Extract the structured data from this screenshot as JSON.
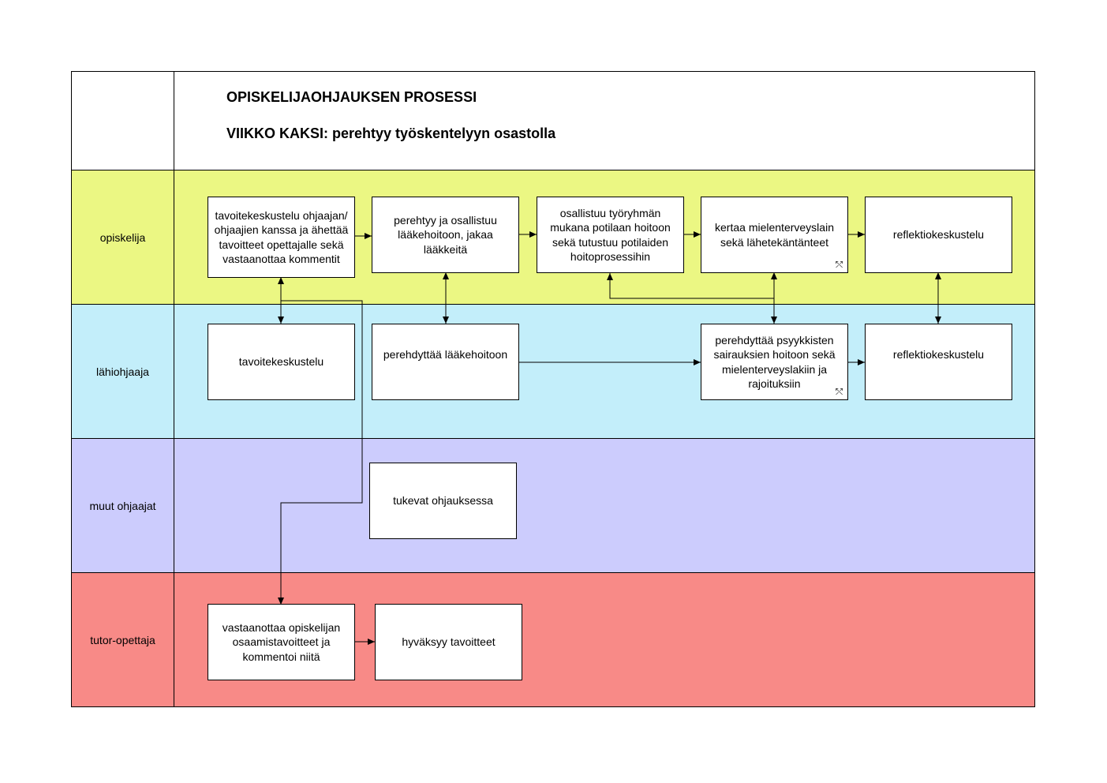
{
  "header": {
    "title": "OPISKELIJAOHJAUKSEN PROSESSI",
    "subtitle": "VIIKKO KAKSI: perehtyy työskentelyyn osastolla"
  },
  "lanes": [
    {
      "label": "opiskelija",
      "color": "#ebf783"
    },
    {
      "label": "lähiohjaaja",
      "color": "#c3eefa"
    },
    {
      "label": "muut ohjaajat",
      "color": "#ccccfd"
    },
    {
      "label": "tutor-opettaja",
      "color": "#f88a87"
    }
  ],
  "boxes": {
    "o1": "tavoitekeskustelu ohjaajan/ ohjaajien kanssa ja ähettää tavoitteet opettajalle sekä vastaanottaa kommentit",
    "o2": "perehtyy ja osallistuu lääkehoitoon, jakaa lääkkeitä",
    "o3": "osallistuu työryhmän mukana potilaan hoitoon sekä tutustuu potilaiden hoitoprosessihin",
    "o4": "kertaa mielenterveyslain sekä lähetekäntänteet",
    "o5": "reflektiokeskustelu",
    "l1": "tavoitekeskustelu",
    "l2": "perehdyttää lääkehoitoon",
    "l3": "perehdyttää psyykkisten sairauksien hoitoon sekä mielenterveyslakiin ja rajoituksiin",
    "l4": "reflektiokeskustelu",
    "m1": "tukevat ohjauksessa",
    "t1": "vastaanottaa opiskelijan osaamistavoitteet ja kommentoi niitä",
    "t2": "hyväksyy tavoitteet"
  },
  "icons": {
    "subprocess": "subprocess-icon",
    "subprocess_glyph": "⤲"
  }
}
